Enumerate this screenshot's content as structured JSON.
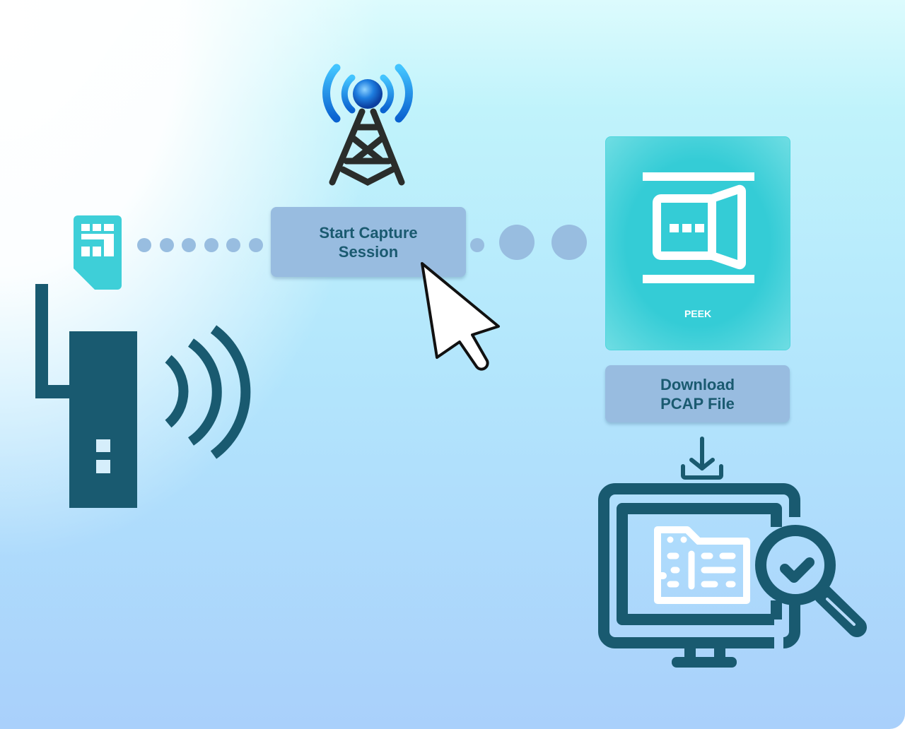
{
  "buttons": {
    "start_capture": {
      "line1": "Start Capture",
      "line2": "Session"
    },
    "download_pcap": {
      "line1": "Download",
      "line2": "PCAP File"
    }
  },
  "peek_card": {
    "label": "PEEK"
  },
  "colors": {
    "dark_teal": "#195a70",
    "button_bg": "#98bce0",
    "sim_teal": "#3ecfd8",
    "peek_teal": "#34ccd6",
    "dot_blue": "#98bde0"
  }
}
